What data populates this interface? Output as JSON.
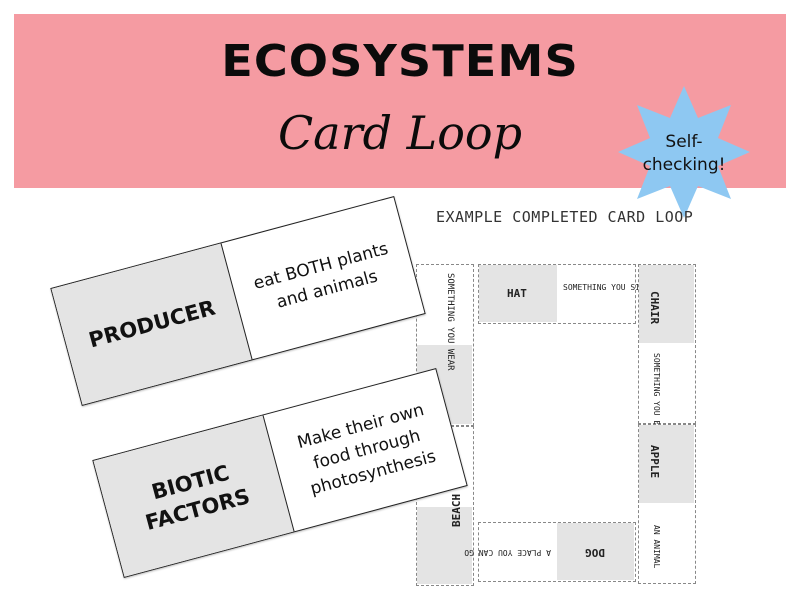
{
  "header": {
    "title": "ECOSYSTEMS",
    "subtitle": "Card Loop",
    "badge": "Self-\nchecking!"
  },
  "example": {
    "label": "EXAMPLE COMPLETED CARD LOOP",
    "cards": {
      "hat": "HAT",
      "sit_on": "SOMETHING YOU SIT ON",
      "chair": "CHAIR",
      "wear": "SOMETHING YOU WEAR",
      "eat": "SOMETHING YOU EAT",
      "apple": "APPLE",
      "an_animal": "AN ANIMAL",
      "dog": "DOG",
      "place_go": "A PLACE YOU CAN GO",
      "beach": "BEACH"
    }
  },
  "cards": [
    {
      "term": "PRODUCER",
      "definition": "eat BOTH plants and animals"
    },
    {
      "term": "BIOTIC FACTORS",
      "definition": "Make their own food through photosynthesis"
    }
  ],
  "colors": {
    "banner": "#f59ba2",
    "badge": "#8ec8f2",
    "card_gray": "#e4e4e4"
  }
}
